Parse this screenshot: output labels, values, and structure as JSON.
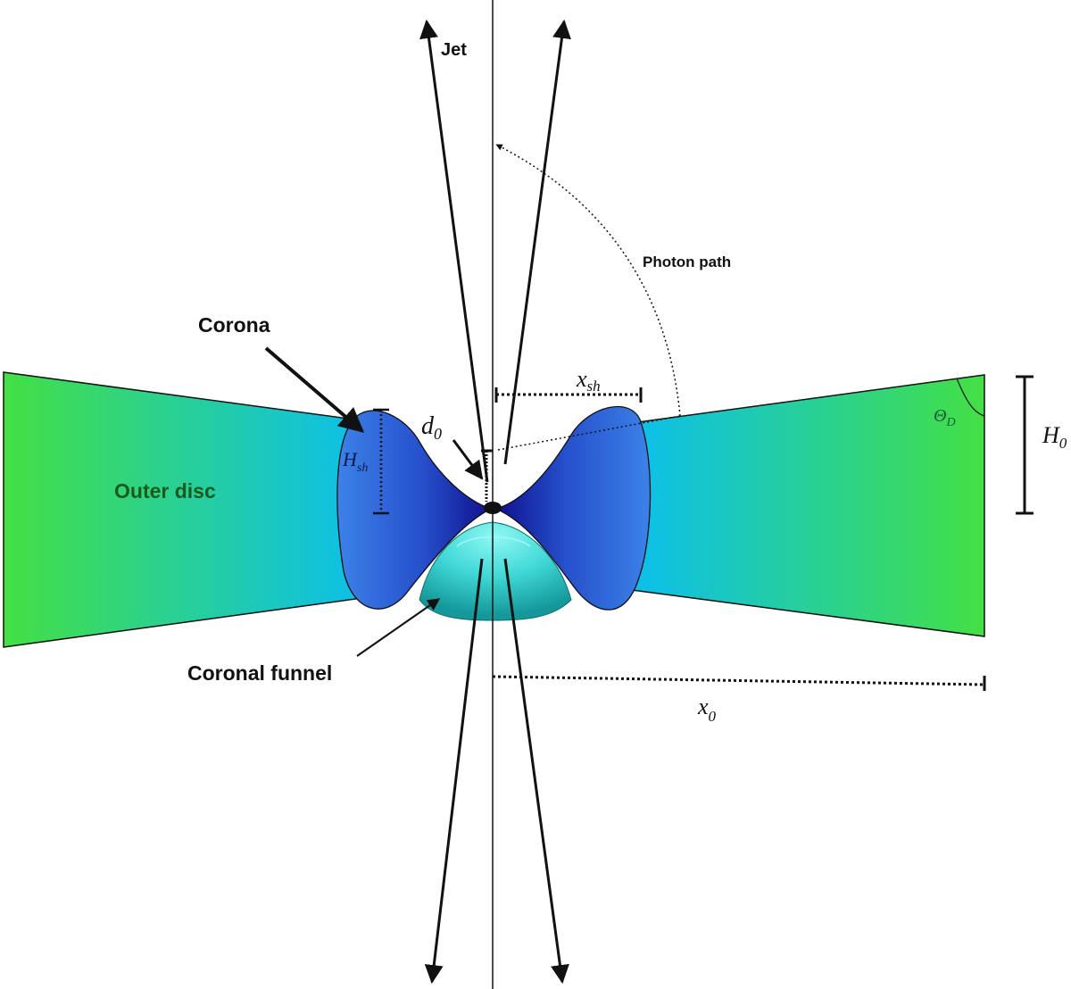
{
  "labels": {
    "jet": "Jet",
    "photon_path": "Photon path",
    "corona": "Corona",
    "outer_disc": "Outer disc",
    "coronal_funnel": "Coronal funnel"
  },
  "math": {
    "x_sh": {
      "base": "x",
      "sub": "sh"
    },
    "d_0": {
      "base": "d",
      "sub": "0"
    },
    "H_sh": {
      "base": "H",
      "sub": "sh"
    },
    "H_0": {
      "base": "H",
      "sub": "0"
    },
    "theta_D": {
      "base": "Θ",
      "sub": "D"
    },
    "x_0": {
      "base": "x",
      "sub": "0"
    }
  },
  "colors": {
    "disc_outer": "#44e044",
    "disc_inner": "#0abef0",
    "corona_light": "#3c7ee6",
    "corona_dark": "#12129a",
    "funnel_light": "#5ff0ee",
    "funnel_dark": "#129a9c",
    "line": "#111111"
  }
}
